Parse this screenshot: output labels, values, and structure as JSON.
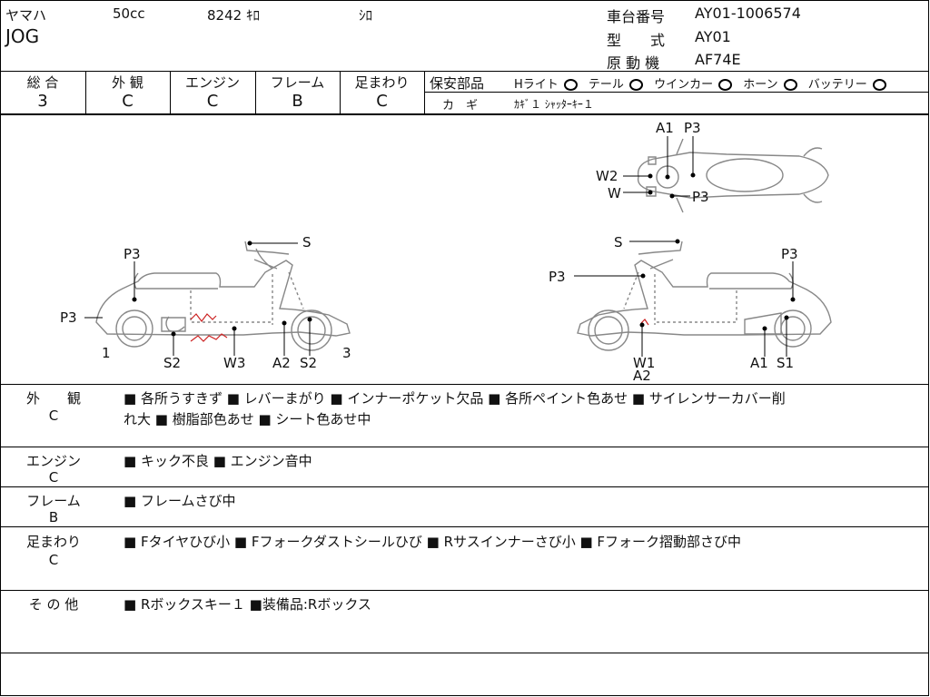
{
  "header": {
    "maker": "ヤマハ",
    "displacement": "50cc",
    "mileage": "8242 ｷﾛ",
    "color": "ｼﾛ",
    "model_name": "JOG",
    "chassis_label": "車台番号",
    "chassis_value": "AY01-1006574",
    "type_label": "型　　式",
    "type_value": "AY01",
    "engine_label": "原 動 機",
    "engine_value": "AF74E"
  },
  "grades": [
    {
      "label": "総 合",
      "value": "3"
    },
    {
      "label": "外 観",
      "value": "C"
    },
    {
      "label": "エンジン",
      "value": "C"
    },
    {
      "label": "フレーム",
      "value": "B"
    },
    {
      "label": "足まわり",
      "value": "C"
    }
  ],
  "safety": {
    "label": "保安部品",
    "items": [
      {
        "name": "Hライト"
      },
      {
        "name": "テール"
      },
      {
        "name": "ウインカー"
      },
      {
        "name": "ホーン"
      },
      {
        "name": "バッテリー"
      }
    ],
    "key_label": "カ　ギ",
    "key_value": "ｶｷﾞ１ ｼｬｯﾀｰｷｰ１"
  },
  "diagram": {
    "left": [
      "P3",
      "S",
      "P3",
      "1",
      "S2",
      "W3",
      "A2",
      "S2",
      "3"
    ],
    "right": [
      "S",
      "P3",
      "P3",
      "W1",
      "A2",
      "A1",
      "S1"
    ],
    "top": [
      "A1",
      "P3",
      "W2",
      "W",
      "P3"
    ]
  },
  "notes": [
    {
      "label": "外　　観",
      "grade": "C",
      "line1": "■ 各所うすきず ■ レバーまがり ■ インナーポケット欠品 ■ 各所ペイント色あせ ■ サイレンサーカバー削",
      "line2": "れ大 ■ 樹脂部色あせ ■ シート色あせ中"
    },
    {
      "label": "エンジン",
      "grade": "C",
      "line1": "■ キック不良 ■ エンジン音中",
      "line2": ""
    },
    {
      "label": "フレーム",
      "grade": "B",
      "line1": "■ フレームさび中",
      "line2": ""
    },
    {
      "label": "足まわり",
      "grade": "C",
      "line1": "■ Fタイヤひび小 ■ Fフォークダストシールひび ■ Rサスインナーさび小 ■ Fフォーク摺動部さび中",
      "line2": ""
    },
    {
      "label": "そ の 他",
      "grade": "",
      "line1": "■ Rボックスキー１ ■装備品:Rボックス",
      "line2": ""
    }
  ]
}
